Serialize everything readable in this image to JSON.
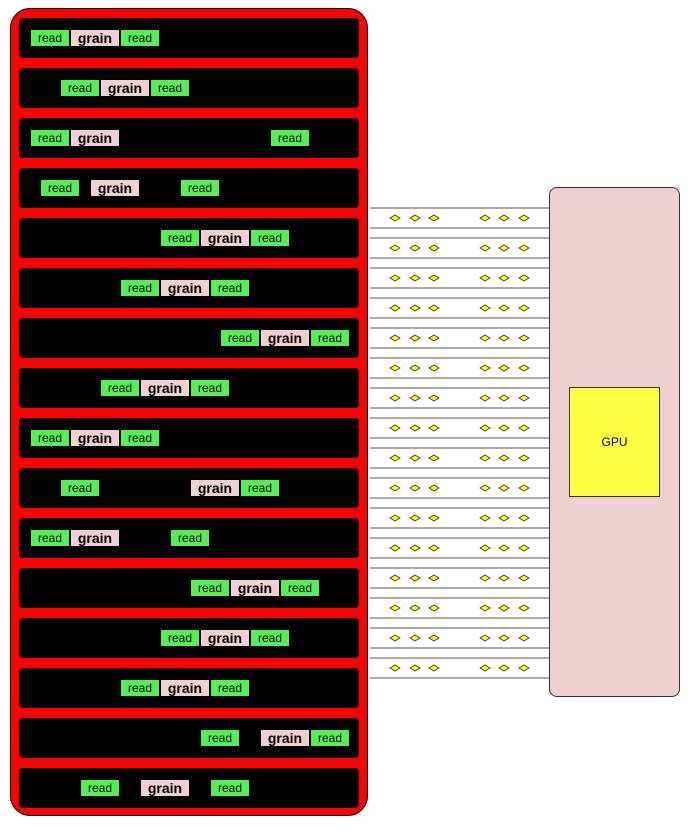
{
  "labels": {
    "read": "read",
    "grain": "grain",
    "gpu": "GPU"
  },
  "colors": {
    "outer": "#ff0000",
    "row": "#000000",
    "read": "#55ee55",
    "grain": "#f0d0d0",
    "gpu_panel": "#eed0d0",
    "gpu_chip": "#ffff44",
    "wire": "#555555",
    "packet": "#ffff00"
  },
  "rows": [
    {
      "items": [
        "read",
        "grain",
        "read"
      ]
    },
    {
      "items": [
        "read",
        "grain",
        "read"
      ]
    },
    {
      "items": [
        "read",
        "grain",
        "read"
      ]
    },
    {
      "items": [
        "read",
        "grain",
        "read"
      ]
    },
    {
      "items": [
        "read",
        "grain",
        "read"
      ]
    },
    {
      "items": [
        "read",
        "grain",
        "read"
      ]
    },
    {
      "items": [
        "read",
        "grain",
        "read"
      ]
    },
    {
      "items": [
        "read",
        "grain",
        "read"
      ]
    },
    {
      "items": [
        "read",
        "grain",
        "read"
      ]
    },
    {
      "items": [
        "read",
        "grain",
        "read"
      ]
    },
    {
      "items": [
        "read",
        "grain",
        "read"
      ]
    },
    {
      "items": [
        "read",
        "grain",
        "read"
      ]
    },
    {
      "items": [
        "read",
        "grain",
        "read"
      ]
    },
    {
      "items": [
        "read",
        "grain",
        "read"
      ]
    },
    {
      "items": [
        "read",
        "grain",
        "read"
      ]
    },
    {
      "items": [
        "read",
        "grain",
        "read"
      ]
    }
  ]
}
